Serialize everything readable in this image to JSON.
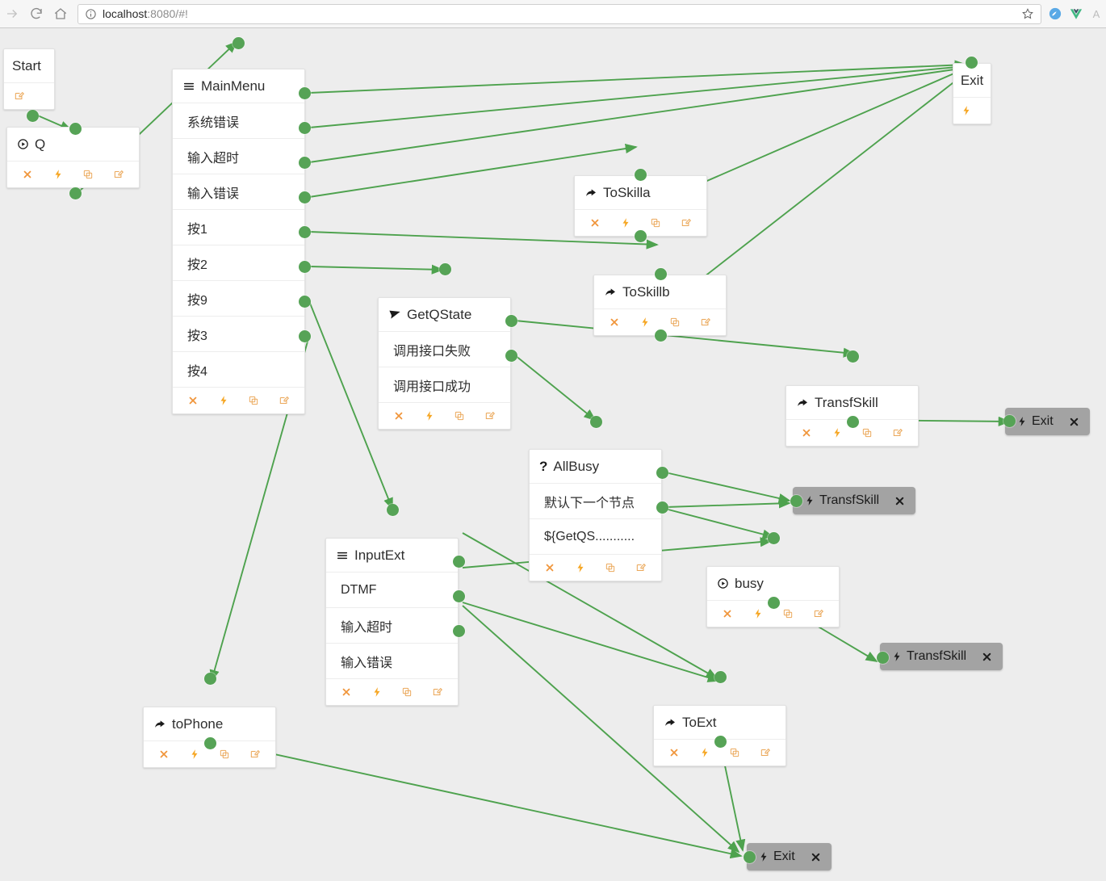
{
  "browser": {
    "back_label": "back-arrow",
    "forward_label": "forward-arrow",
    "reload_label": "reload",
    "home_label": "home",
    "url_host": "localhost",
    "url_rest": ":8080/#!",
    "info_icon": "info-circle-icon",
    "star_icon": "bookmark-star-icon",
    "extension_1": "extension-icon",
    "extension_2": "vuejs-devtools-icon",
    "profile_letter": "A"
  },
  "tools": {
    "delete": "delete-icon",
    "bolt": "bolt-icon",
    "copy": "copy-icon",
    "edit": "edit-icon"
  },
  "colors": {
    "canvas_bg": "#ededed",
    "node_bg": "#ffffff",
    "port_green": "#56a356",
    "edge_green": "#4ea24e",
    "tool_orange": "#f0a03c",
    "chip_grey": "#a3a3a3"
  },
  "nodes": [
    {
      "id": "start",
      "title": "Start",
      "icon": "none",
      "rows": []
    },
    {
      "id": "q",
      "title": "Q",
      "icon": "play-circle",
      "rows": []
    },
    {
      "id": "mainmenu",
      "title": "MainMenu",
      "icon": "menu",
      "rows": [
        "系统错误",
        "输入超时",
        "输入错误",
        "按1",
        "按2",
        "按9",
        "按3",
        "按4"
      ]
    },
    {
      "id": "toskilla",
      "title": "ToSkilla",
      "icon": "share",
      "rows": []
    },
    {
      "id": "toskillb",
      "title": "ToSkillb",
      "icon": "share",
      "rows": []
    },
    {
      "id": "getqstate",
      "title": "GetQState",
      "icon": "send",
      "rows": [
        "调用接口失败",
        "调用接口成功"
      ]
    },
    {
      "id": "transfskill",
      "title": "TransfSkill",
      "icon": "share",
      "rows": []
    },
    {
      "id": "allbusy",
      "title": "AllBusy",
      "icon": "question",
      "rows": [
        "默认下一个节点",
        "${GetQS..........."
      ]
    },
    {
      "id": "busy",
      "title": "busy",
      "icon": "play-circle",
      "rows": []
    },
    {
      "id": "inputext",
      "title": "InputExt",
      "icon": "menu",
      "rows": [
        "DTMF",
        "输入超时",
        "输入错误"
      ]
    },
    {
      "id": "tophone",
      "title": "toPhone",
      "icon": "share",
      "rows": []
    },
    {
      "id": "toext",
      "title": "ToExt",
      "icon": "share",
      "rows": []
    },
    {
      "id": "exit_top",
      "title": "Exit",
      "icon": "none",
      "rows": []
    }
  ],
  "chips": [
    {
      "id": "chip-exit-right",
      "label": "Exit",
      "icon": "bolt-icon",
      "close": "close-icon"
    },
    {
      "id": "chip-transf-mid",
      "label": "TransfSkill",
      "icon": "bolt-icon",
      "close": "close-icon"
    },
    {
      "id": "chip-transf-low",
      "label": "TransfSkill",
      "icon": "bolt-icon",
      "close": "close-icon"
    },
    {
      "id": "chip-exit-bottom",
      "label": "Exit",
      "icon": "bolt-icon",
      "close": "close-icon"
    }
  ]
}
